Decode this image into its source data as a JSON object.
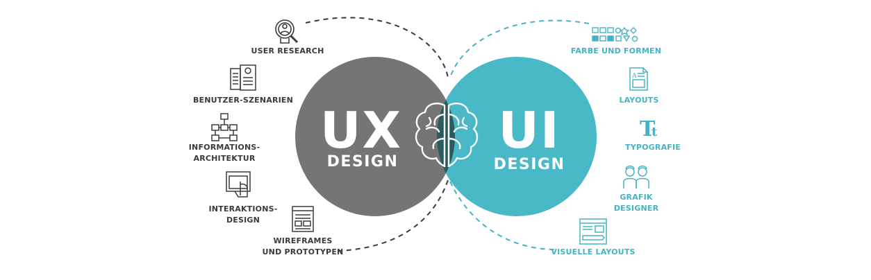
{
  "ux": {
    "main": "UX",
    "sub": "DESIGN"
  },
  "ui": {
    "main": "UI",
    "sub": "DESIGN"
  },
  "ux_items": [
    {
      "lines": [
        "USER RESEARCH"
      ]
    },
    {
      "lines": [
        "BENUTZER-SZENARIEN"
      ]
    },
    {
      "lines": [
        "INFORMATIONS-",
        "ARCHITEKTUR"
      ]
    },
    {
      "lines": [
        "INTERAKTIONS-",
        "DESIGN"
      ]
    },
    {
      "lines": [
        "WIREFRAMES",
        "UND PROTOTYPEN"
      ]
    }
  ],
  "ui_items": [
    {
      "lines": [
        "FARBE UND  FORMEN"
      ]
    },
    {
      "lines": [
        "LAYOUTS"
      ]
    },
    {
      "lines": [
        "TYPOGRAFIE"
      ]
    },
    {
      "lines": [
        "GRAFIK",
        "DESIGNER"
      ]
    },
    {
      "lines": [
        "VISUELLE LAYOUTS"
      ]
    }
  ],
  "colors": {
    "ux": "#767575",
    "ui": "#4ab9c7",
    "overlap": "#2a5b5e",
    "ux_text": "#3a3a3a",
    "ui_text": "#45b3c3"
  },
  "icons": {
    "ux": [
      "magnifier-user-icon",
      "scenario-document-icon",
      "flowchart-icon",
      "touch-screen-icon",
      "wireframe-icon"
    ],
    "ui": [
      "shapes-palette-icon",
      "layout-document-icon",
      "typography-icon",
      "designers-icon",
      "visual-layout-icon"
    ],
    "center": "brain-icon"
  }
}
